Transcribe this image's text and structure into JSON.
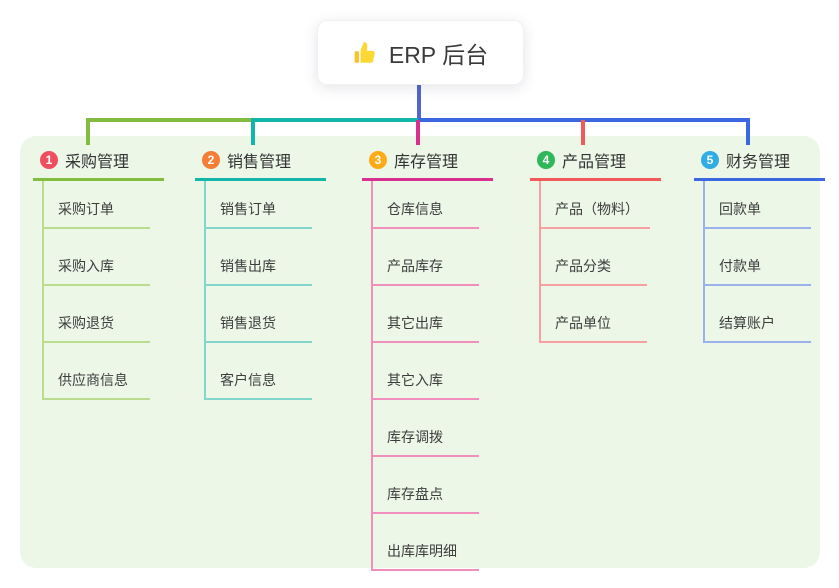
{
  "root": {
    "label": "ERP 后台",
    "icon": "thumbs-up-icon",
    "connector_color": "#5164d0"
  },
  "panel": {
    "background": "#ecf7e8"
  },
  "branches": [
    {
      "num": "1",
      "label": "采购管理",
      "badge_color": "#f04e5e",
      "line_color": "#82bc40",
      "sub_line_color": "#b9dc8e",
      "items": [
        "采购订单",
        "采购入库",
        "采购退货",
        "供应商信息"
      ]
    },
    {
      "num": "2",
      "label": "销售管理",
      "badge_color": "#f57d36",
      "line_color": "#12b5a8",
      "sub_line_color": "#84d6cd",
      "items": [
        "销售订单",
        "销售出库",
        "销售退货",
        "客户信息"
      ]
    },
    {
      "num": "3",
      "label": "库存管理",
      "badge_color": "#ffab17",
      "line_color": "#d8308e",
      "sub_line_color": "#f08ebc",
      "items": [
        "仓库信息",
        "产品库存",
        "其它出库",
        "其它入库",
        "库存调拨",
        "库存盘点",
        "出库库明细"
      ]
    },
    {
      "num": "4",
      "label": "产品管理",
      "badge_color": "#2eb857",
      "line_color": "#f25a5a",
      "sub_line_color": "#f7a0a0",
      "items": [
        "产品（物料）",
        "产品分类",
        "产品单位"
      ]
    },
    {
      "num": "5",
      "label": "财务管理",
      "badge_color": "#31ace4",
      "line_color": "#3b68e0",
      "sub_line_color": "#9ab2ec",
      "items": [
        "回款单",
        "付款单",
        "结算账户"
      ]
    }
  ]
}
